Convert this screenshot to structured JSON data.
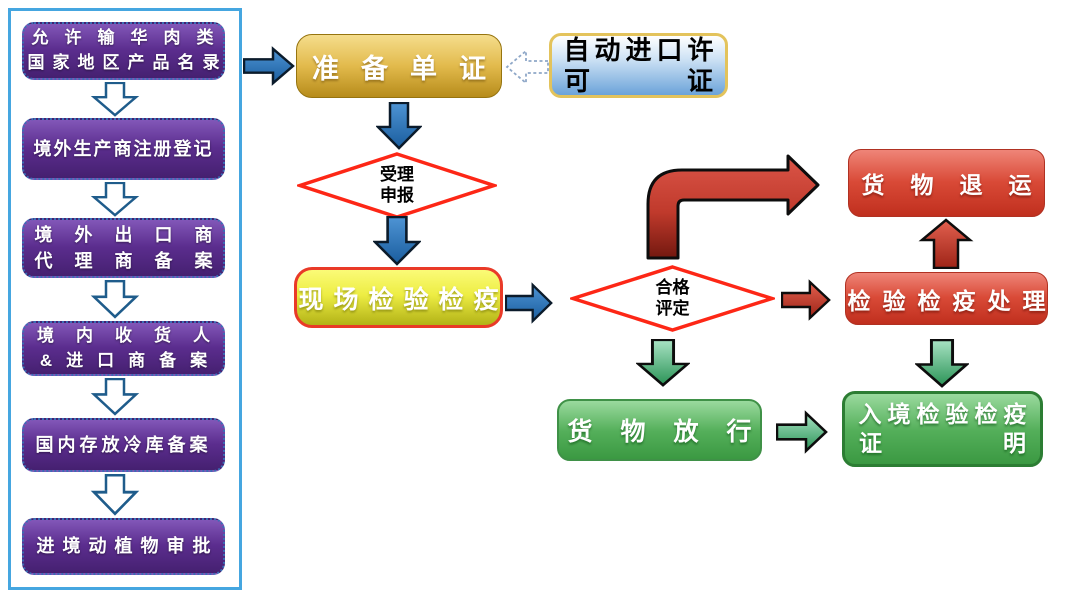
{
  "panel": {
    "items": [
      {
        "line1": "允许输华肉类",
        "line2": "国家地区产品名录"
      },
      {
        "line1": "境外生产商注册登记"
      },
      {
        "line1": "境外出口商",
        "line2": "代理商备案"
      },
      {
        "line1": "境内收货人",
        "line2": "&进口商备案"
      },
      {
        "line1": "国内存放冷库备案"
      },
      {
        "line1": "进境动植物审批"
      }
    ]
  },
  "flow": {
    "prepare_documents": "准备单证",
    "auto_import_license": {
      "line1": "自动进口许",
      "line2_left": "可",
      "line2_right": "证"
    },
    "accept_declaration": {
      "line1": "受理",
      "line2": "申报"
    },
    "onsite_inspection": "现场检验检疫",
    "conformity_assessment": {
      "line1": "合格",
      "line2": "评定"
    },
    "goods_return": "货物退运",
    "inspection_treatment": "检验检疫处理",
    "goods_release": "货物放行",
    "entry_certificate": {
      "line1": "入境检验检疫",
      "line2_left": "证",
      "line2_right": "明"
    }
  },
  "colors": {
    "panel_border": "#45a6e0",
    "panel_box_purple": "#5b2d8e",
    "blue_arrow": "#2a72b5",
    "gold_box": "#e2ba4c",
    "license_border_gold": "#e3c35c",
    "license_blue": "#6ba3d9",
    "diamond_border_red": "#fd2716",
    "yellow_box": "#eded44",
    "red_box": "#d94a37",
    "green_box": "#54af5a"
  }
}
